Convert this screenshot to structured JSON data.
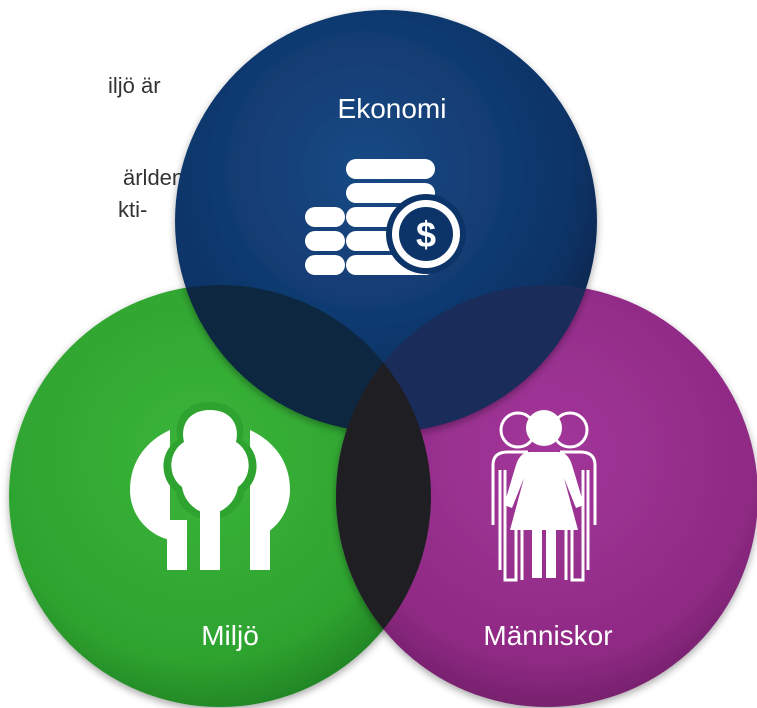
{
  "background_text": {
    "line1": "iljö är",
    "line2": "ärlden",
    "line3": "kti-"
  },
  "circles": [
    {
      "label": "Ekonomi",
      "color": "#0d3468",
      "icon": "coins-dollar-icon"
    },
    {
      "label": "Miljö",
      "color": "#2ea32f",
      "icon": "trees-icon"
    },
    {
      "label": "Människor",
      "color": "#8f2a84",
      "icon": "people-icon"
    }
  ],
  "overlap_color": "#1e1e23"
}
